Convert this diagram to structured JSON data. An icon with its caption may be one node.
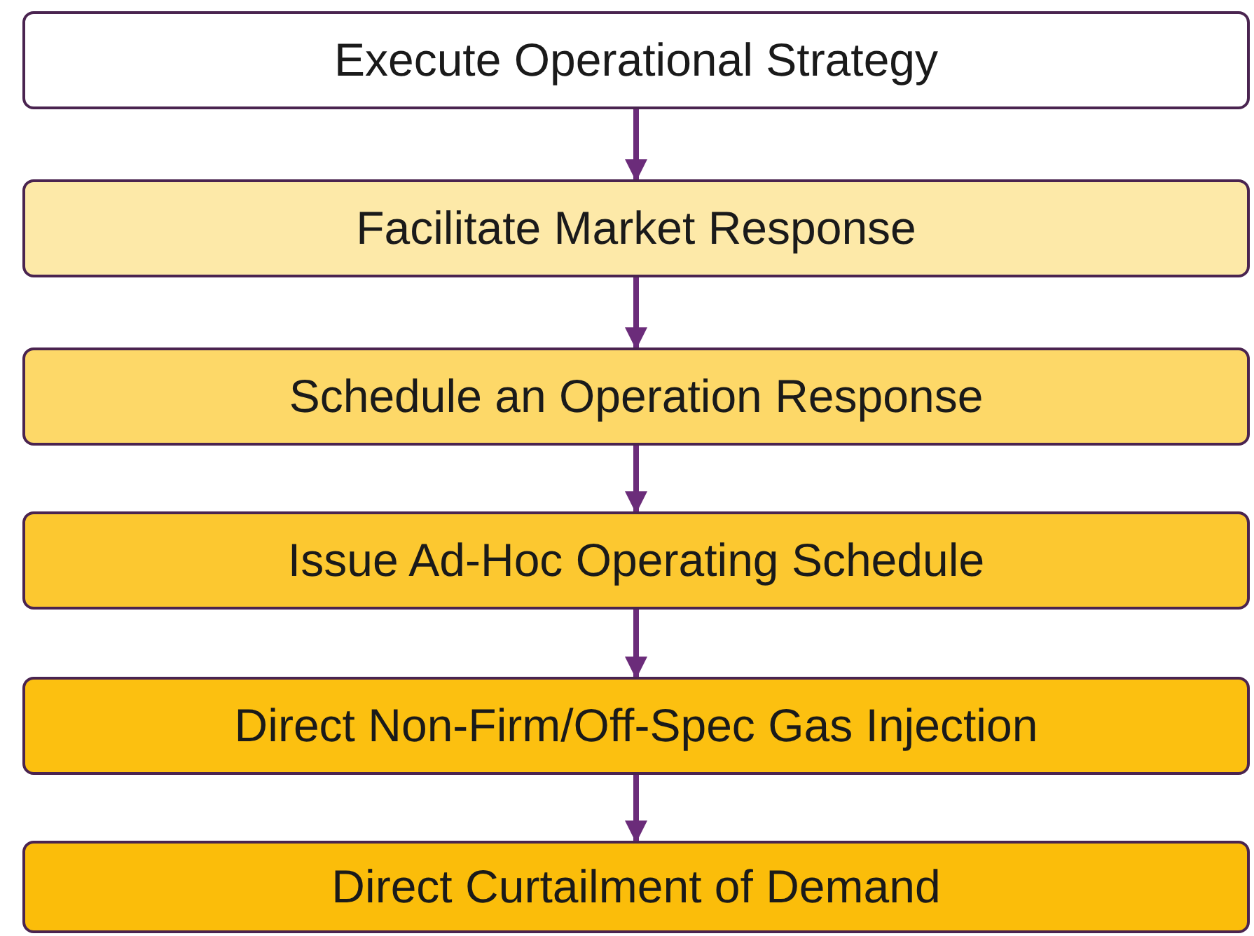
{
  "diagram": {
    "nodes": [
      {
        "text": [
          "Execute Operational Strategy"
        ]
      },
      {
        "text": [
          "Facilitate Market Response"
        ]
      },
      {
        "text": [
          "Schedule an Operation Response"
        ]
      },
      {
        "text": [
          "Issue Ad-Hoc Operating Schedule"
        ]
      },
      {
        "text": [
          "Direct Non-Firm/Off-Spec Gas Injection"
        ]
      },
      {
        "text": [
          "Direct Curtailment of Demand"
        ]
      }
    ],
    "edges": [
      {
        "from": 0,
        "to": 1,
        "arrow": "to"
      },
      {
        "from": 1,
        "to": 2,
        "arrow": "to"
      },
      {
        "from": 2,
        "to": 3,
        "arrow": "to"
      },
      {
        "from": 3,
        "to": 4,
        "arrow": "to"
      },
      {
        "from": 4,
        "to": 5,
        "arrow": "to"
      }
    ]
  }
}
